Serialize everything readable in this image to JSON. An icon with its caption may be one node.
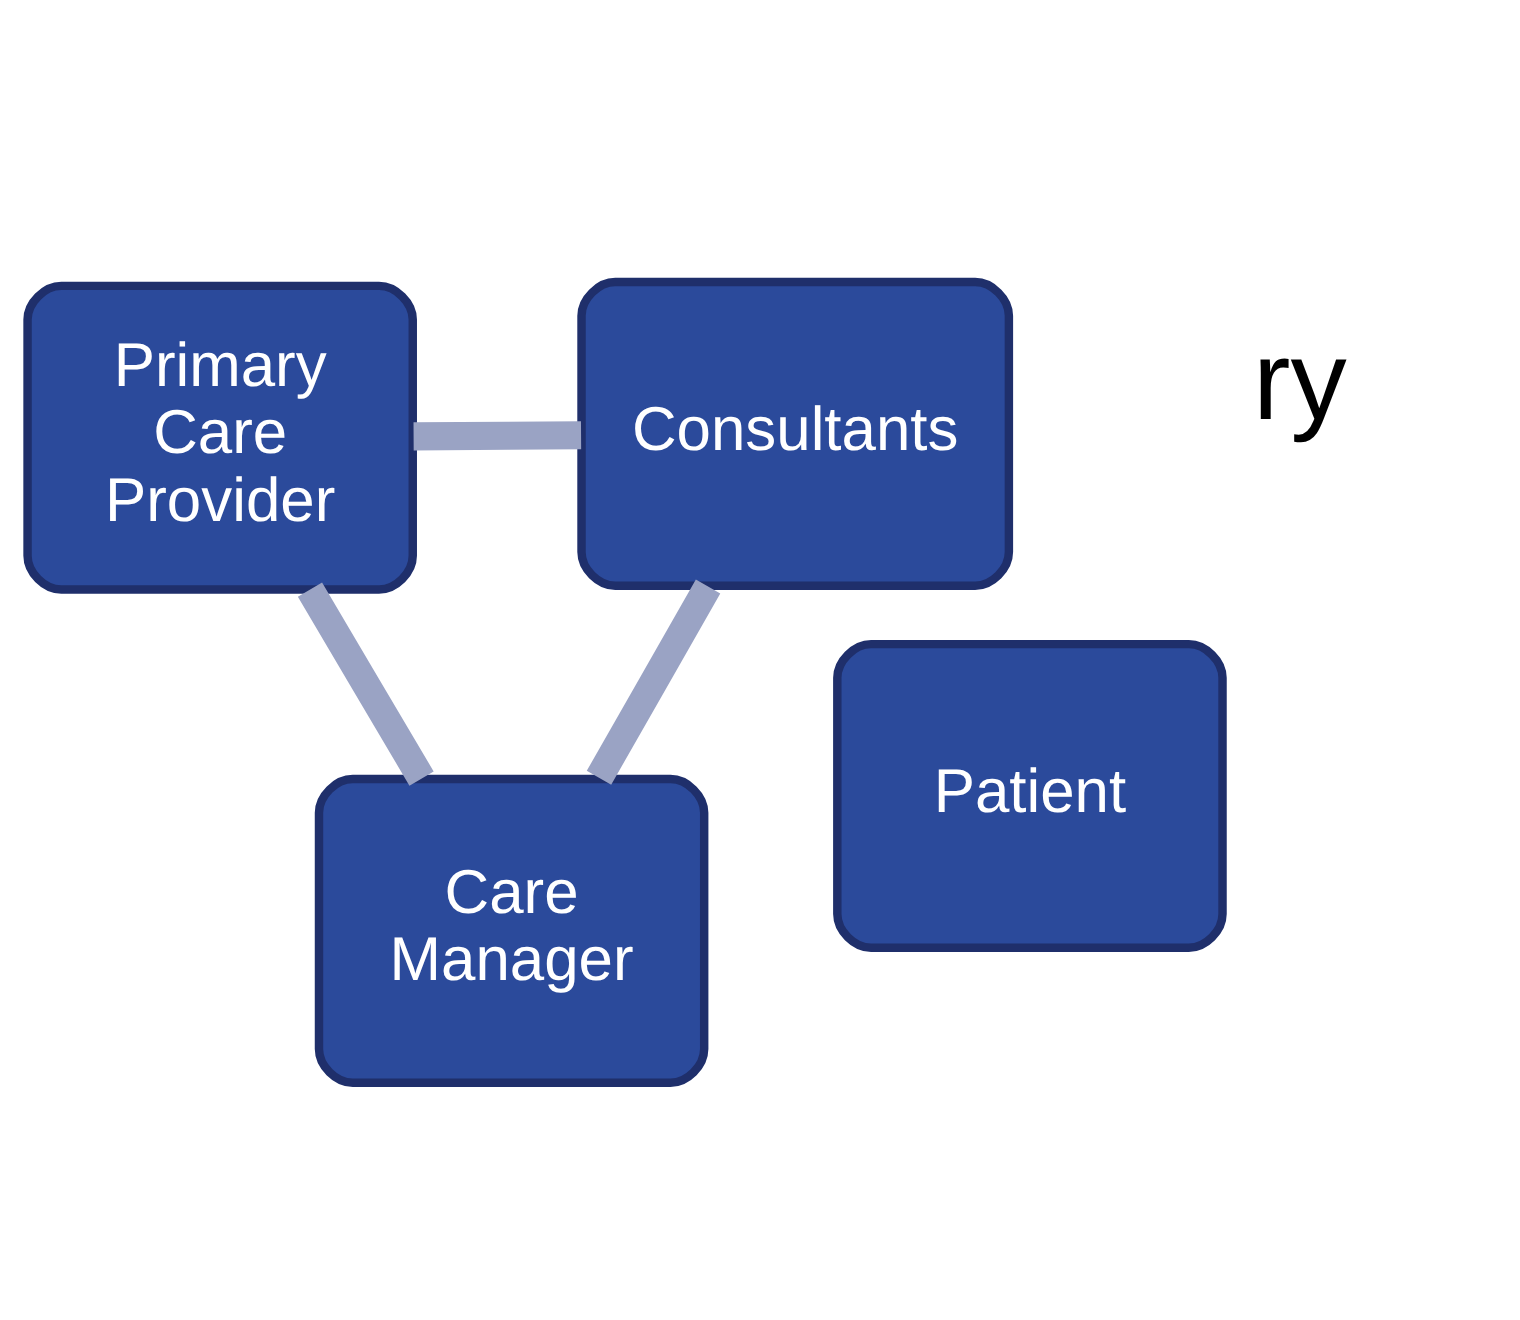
{
  "diagram": {
    "nodes": [
      {
        "text": [
          "Primary Care Provider"
        ]
      },
      {
        "text": [
          "Patient"
        ]
      },
      {
        "text": [
          "Consultants"
        ]
      },
      {
        "text": [
          "Care Manager"
        ]
      }
    ],
    "edges": [
      {
        "from": 0,
        "to": 3,
        "arrow": "none"
      },
      {
        "from": 3,
        "to": 2,
        "arrow": "none"
      },
      {
        "from": 2,
        "to": 0,
        "arrow": "none"
      }
    ],
    "labels": [
      "ry"
    ]
  }
}
